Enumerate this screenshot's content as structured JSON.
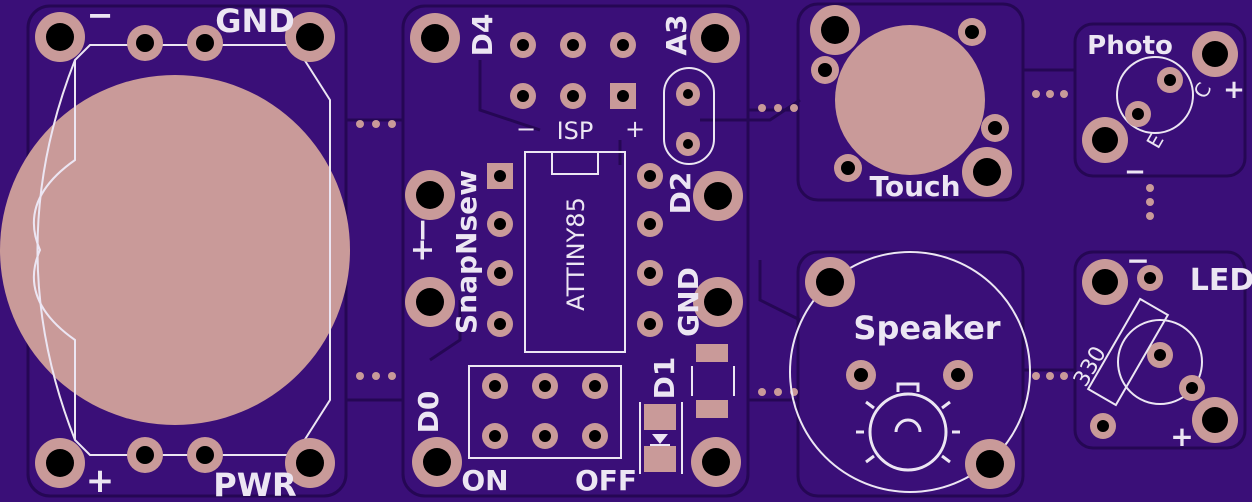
{
  "colors": {
    "board": "#3a0f78",
    "copper_outline": "#250754",
    "pad": "#c99a99",
    "hole": "#000000",
    "silkscreen": "#ece6f3"
  },
  "labels": {
    "battery_minus": "−",
    "battery_gnd": "GND",
    "battery_plus": "+",
    "battery_pwr": "PWR",
    "d4": "D4",
    "a3": "A3",
    "isp_minus": "−",
    "isp": "ISP",
    "isp_plus": "+",
    "snapnsew": "SnapNsew",
    "snap_plus": "+",
    "snap_minus": "−",
    "attiny": "ATTINY85",
    "d2": "D2",
    "gnd": "GND",
    "d1": "D1",
    "d0": "D0",
    "on": "ON",
    "off": "OFF",
    "touch": "Touch",
    "photo": "Photo",
    "photo_minus": "−",
    "photo_plus": "+",
    "photo_e": "E",
    "photo_c": "C",
    "speaker": "Speaker",
    "led": "LED",
    "led_minus": "−",
    "led_plus": "+",
    "resistor": "330"
  }
}
